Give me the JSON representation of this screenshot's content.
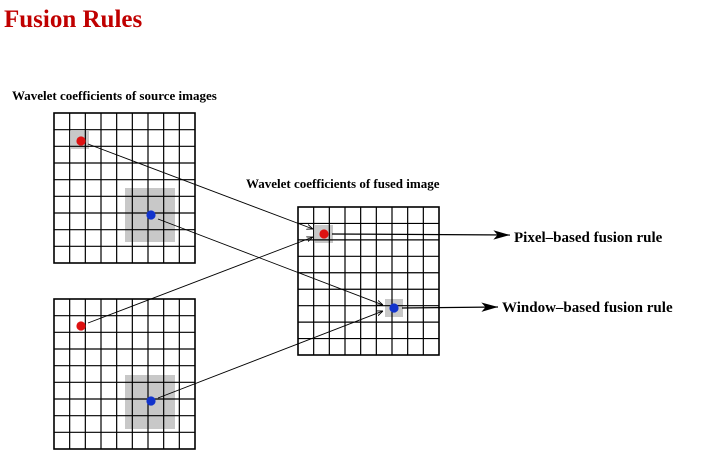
{
  "title": "Fusion Rules",
  "labels": {
    "source": "Wavelet coefficients of source images",
    "fused": "Wavelet coefficients of fused image",
    "pixel_rule": "Pixel–based fusion rule",
    "window_rule": "Window–based fusion rule"
  },
  "grid": {
    "rows": 9,
    "cols": 9
  },
  "colors": {
    "title": "#c00000",
    "pixel_dot": "#dd1111",
    "window_dot": "#1133cc",
    "window_shade": "#c8c8c8",
    "lines": "#000000"
  }
}
